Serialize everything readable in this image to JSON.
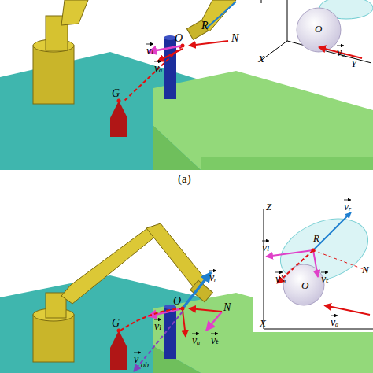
{
  "diagram": {
    "labels": [
      "O",
      "X",
      "vₐ",
      "Y",
      "R",
      "O",
      "N",
      "vₗ",
      "vₐ",
      "G",
      "(a)",
      "Z",
      "vᵣ",
      "vₗ",
      "R",
      "v'ₐ",
      "O",
      "vₜ",
      "N",
      "vₐ",
      "X",
      "vᵣ",
      "G",
      "O",
      "N",
      "vₗ",
      "vₐ",
      "vₜ",
      "v",
      "ob"
    ]
  }
}
